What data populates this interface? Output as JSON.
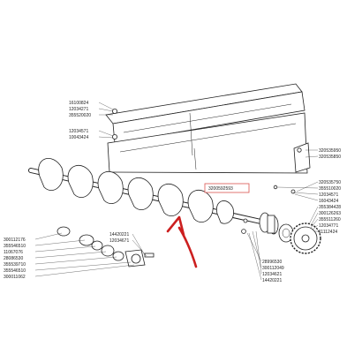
{
  "colors": {
    "line": "#222222",
    "highlight_box": "#d9534f",
    "arrow": "#cc1f1f",
    "background": "#ffffff"
  },
  "highlight_label": "3200592593",
  "labels": {
    "top_left": [
      "16100824",
      "12034271",
      "355520020",
      "12034571",
      "10043424"
    ],
    "top_right": [
      "320535950",
      "320535850"
    ],
    "right": [
      "320535750",
      "355510020",
      "12034571",
      "16043424",
      "355384428",
      "300126263",
      "355511260",
      "12034771",
      "11112424"
    ],
    "bottom_left": [
      "300112176",
      "355546510",
      "11067076",
      "28086530",
      "355539710",
      "355546510",
      "300011062"
    ],
    "middle": [
      "14420221",
      "12034671"
    ],
    "bottom_center": [
      "28996530",
      "300112049",
      "12034621",
      "14420221"
    ]
  },
  "icons": {
    "arrow": "red-pointer-arrow-icon",
    "auger": "auger-screw-icon",
    "sprocket": "sprocket-icon",
    "bolt": "bolt-icon"
  }
}
